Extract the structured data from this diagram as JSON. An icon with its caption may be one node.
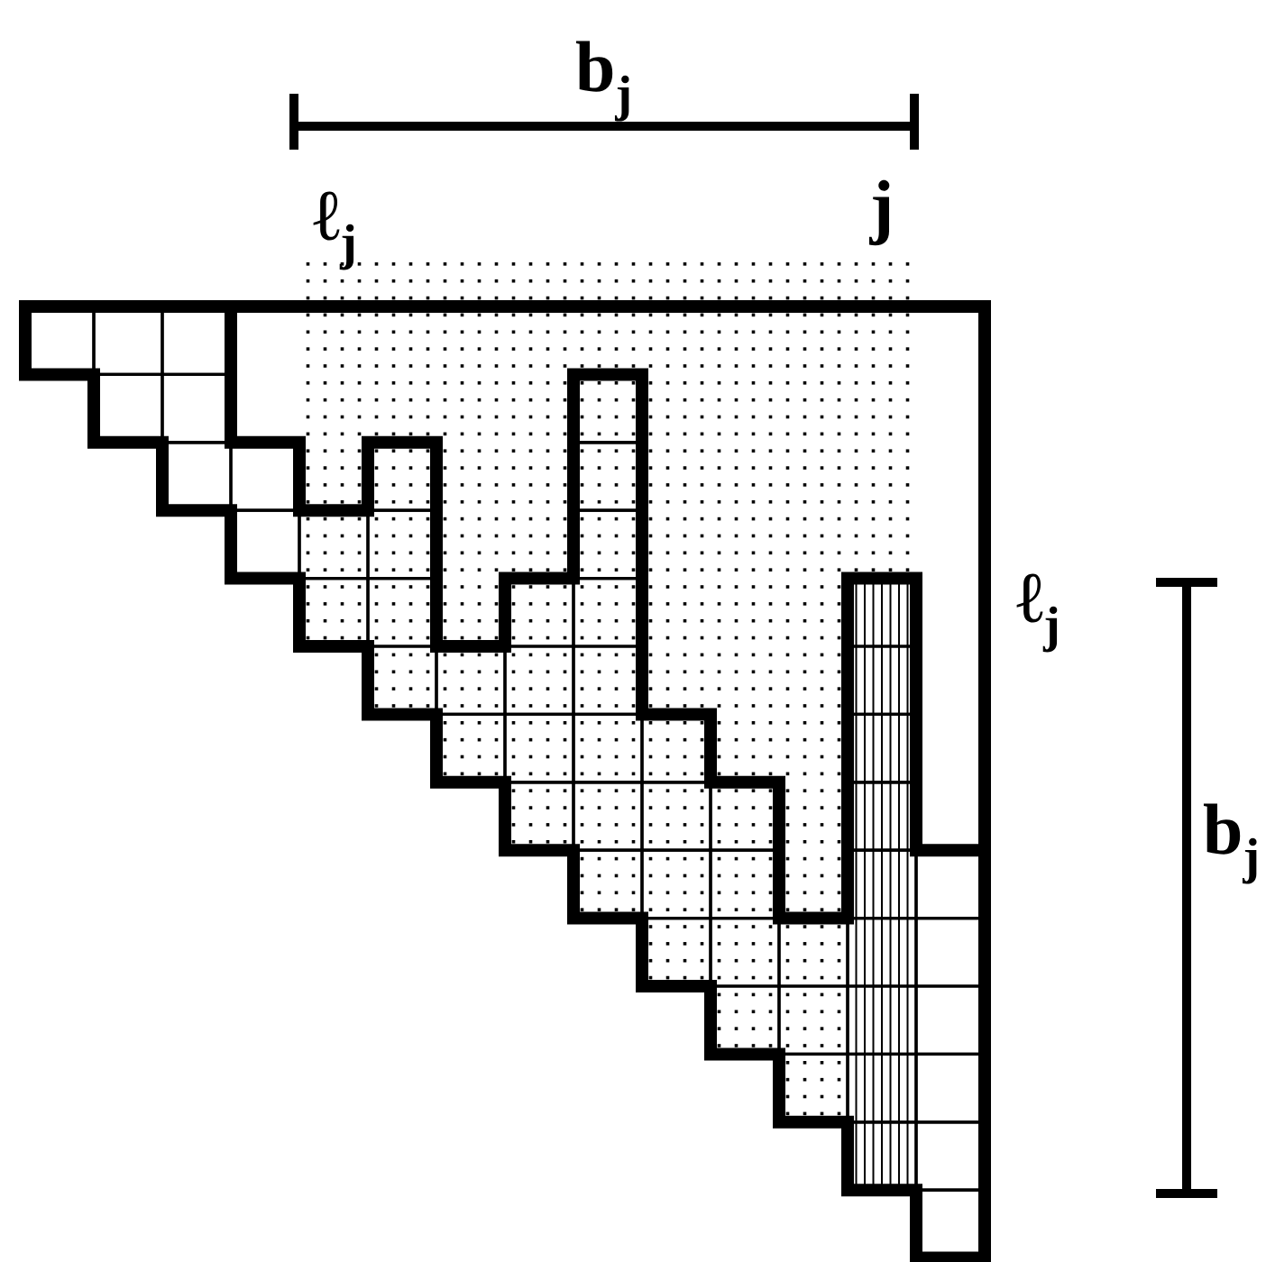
{
  "diagram": {
    "labels": [
      "b$_{j}$",
      "ℓ$_{j}$",
      "j",
      "ℓ$_{j}$",
      "b$_{j}$"
    ]
  }
}
